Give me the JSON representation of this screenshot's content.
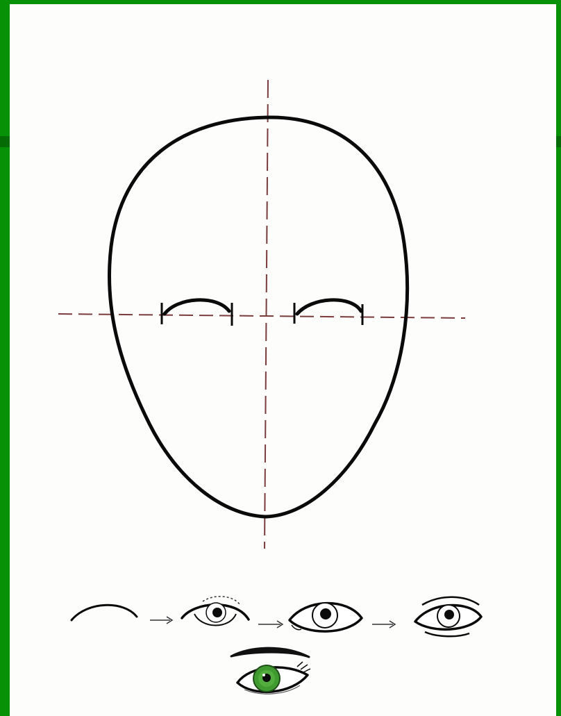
{
  "colors": {
    "frame": "#079107",
    "frame_shadow": "#056b05",
    "paper": "#fdfdfc",
    "ink": "#0a0a0a",
    "guide_line": "#7a3b3b",
    "iris_green": "#3f9a2f"
  },
  "icons": {
    "head": "egg-shaped-head-outline",
    "eye_lid_arc": "eyelid-arc",
    "eye_steps": [
      "arc",
      "eye-with-pupil",
      "eye-with-lower-lid",
      "eye-with-crease-and-lashline"
    ],
    "arrows": "right-arrow",
    "final_eye": "colored-green-eye-with-brow"
  }
}
